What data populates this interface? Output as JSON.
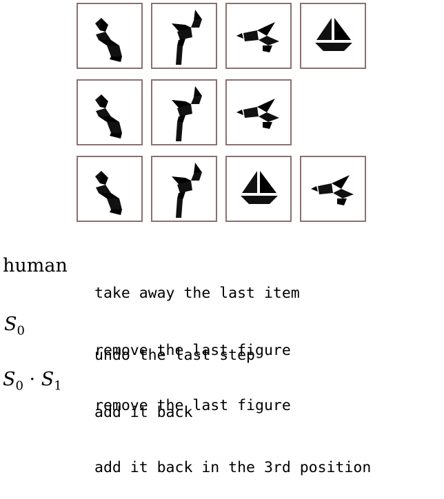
{
  "figure": {
    "rows": [
      [
        "swan-shape",
        "bird-standing-shape",
        "bird-flying-shape",
        "sailboat-shape"
      ],
      [
        "swan-shape",
        "bird-standing-shape",
        "bird-flying-shape"
      ],
      [
        "swan-shape",
        "bird-standing-shape",
        "sailboat-shape",
        "bird-flying-shape"
      ]
    ]
  },
  "legend": [
    {
      "speaker": "human",
      "lines": [
        "take away the last item",
        "undo the last step"
      ]
    },
    {
      "speaker": "S0",
      "lines": [
        "remove the last figure",
        "add it back"
      ]
    },
    {
      "speaker": "S0 · S1",
      "lines": [
        "remove the last figure",
        "add it back in the 3rd position"
      ]
    }
  ]
}
